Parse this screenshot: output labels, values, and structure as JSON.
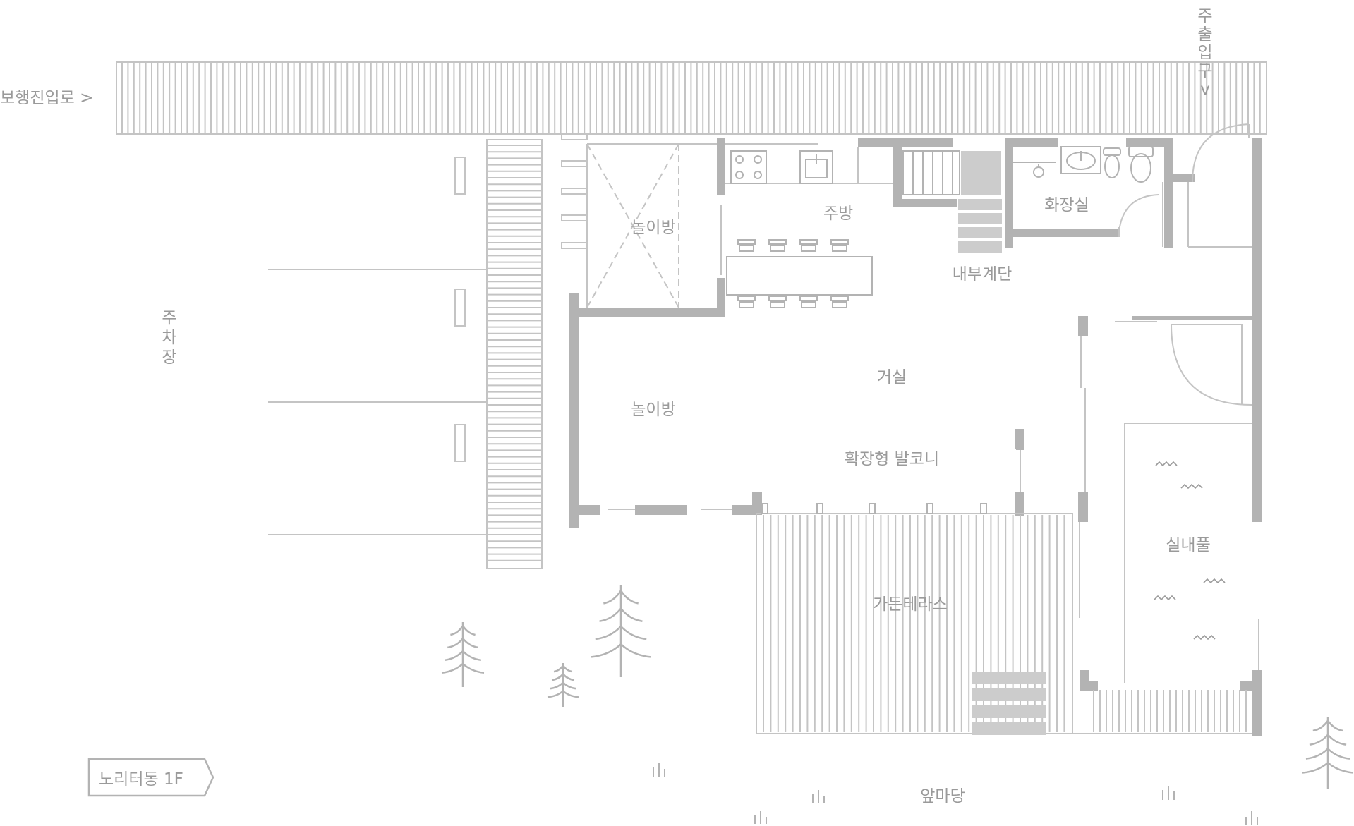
{
  "labels": {
    "pedestrian_entrance": "보행진입로 >",
    "main_entrance": [
      "주",
      "출",
      "입",
      "구",
      "v"
    ],
    "parking": [
      "주",
      "차",
      "장"
    ],
    "playroom_top": "놀이방",
    "kitchen": "주방",
    "internal_stairs": "내부계단",
    "restroom": "화장실",
    "living_room": "거실",
    "playroom_left": "놀이방",
    "extended_balcony": "확장형 발코니",
    "indoor_pool": "실내풀",
    "garden_terrace": "가든테라스",
    "front_yard": "앞마당",
    "floor_badge": "노리터동 1F"
  },
  "colors": {
    "wall": "#b3b3b3",
    "line": "#c4c4c4",
    "text": "#9a9a9a",
    "fill": "#cccccc"
  },
  "icons": [
    "stove-icon",
    "sink-icon",
    "washbasin-icon",
    "toilet-icon",
    "tree-icon",
    "grass-icon",
    "wave-icon"
  ]
}
